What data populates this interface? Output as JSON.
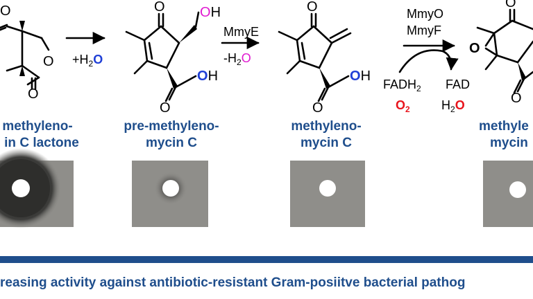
{
  "colors": {
    "compound_name": "#1f4e8c",
    "divider": "#1f4e8c",
    "caption": "#1f4e8c",
    "oxygen_red": "#e8141c",
    "oxygen_blue": "#1f3fd6",
    "magenta": "#e01ad0",
    "plate_background": "#8f8e8a",
    "inhibition_zone": "#3a3a38",
    "disc": "#ffffff"
  },
  "reactions": [
    {
      "reagent": "+H",
      "sub": "2",
      "atom": "O"
    },
    {
      "above": "MmyE",
      "below_prefix": "-H",
      "below_sub": "2",
      "below_atom": "O"
    },
    {
      "enzymes": [
        "MmyO",
        "MmyF"
      ],
      "cofactor_in": "FADH",
      "cofactor_in_sub": "2",
      "cofactor_out": "FAD",
      "oxidant": "O",
      "oxidant_sub": "2",
      "water_prefix": "H",
      "water_sub": "2",
      "water_atom": "O"
    }
  ],
  "atoms": {
    "O": "O",
    "OH_O": "O",
    "OH_H": "H",
    "OH": "OH"
  },
  "compounds": [
    {
      "line1": "methyleno-",
      "line2": "in C lactone"
    },
    {
      "line1": "pre-methyleno-",
      "line2": "mycin C"
    },
    {
      "line1": "methyleno-",
      "line2": "mycin C"
    },
    {
      "line1": "methyle",
      "line2": "mycin"
    }
  ],
  "assay": [
    {
      "zone": "large"
    },
    {
      "zone": "small"
    },
    {
      "zone": "none"
    },
    {
      "zone": "none"
    }
  ],
  "caption": "reasing activity against antibiotic-resistant Gram-posiitve bacterial pathog"
}
